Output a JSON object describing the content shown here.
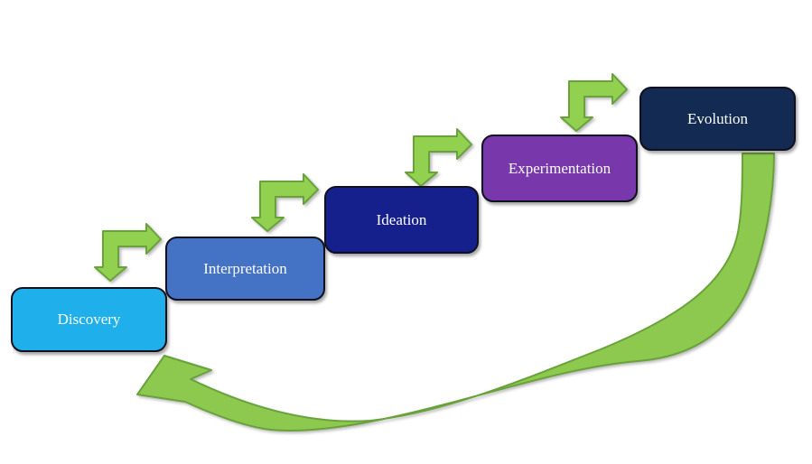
{
  "diagram": {
    "background": "#ffffff",
    "text_color": "#ffffff",
    "box_border_color": "#10101e",
    "steps": [
      {
        "label": "Discovery",
        "fill": "#1FAFEA"
      },
      {
        "label": "Interpretation",
        "fill": "#4472C4"
      },
      {
        "label": "Ideation",
        "fill": "#15208C"
      },
      {
        "label": "Experimentation",
        "fill": "#7838AC"
      },
      {
        "label": "Evolution",
        "fill": "#132A52"
      }
    ],
    "arrow_colors": {
      "step_fill": "#92D050",
      "step_stroke": "#69A23B",
      "loop_fill": "#8CC94E",
      "loop_stroke": "#69A23B"
    }
  }
}
